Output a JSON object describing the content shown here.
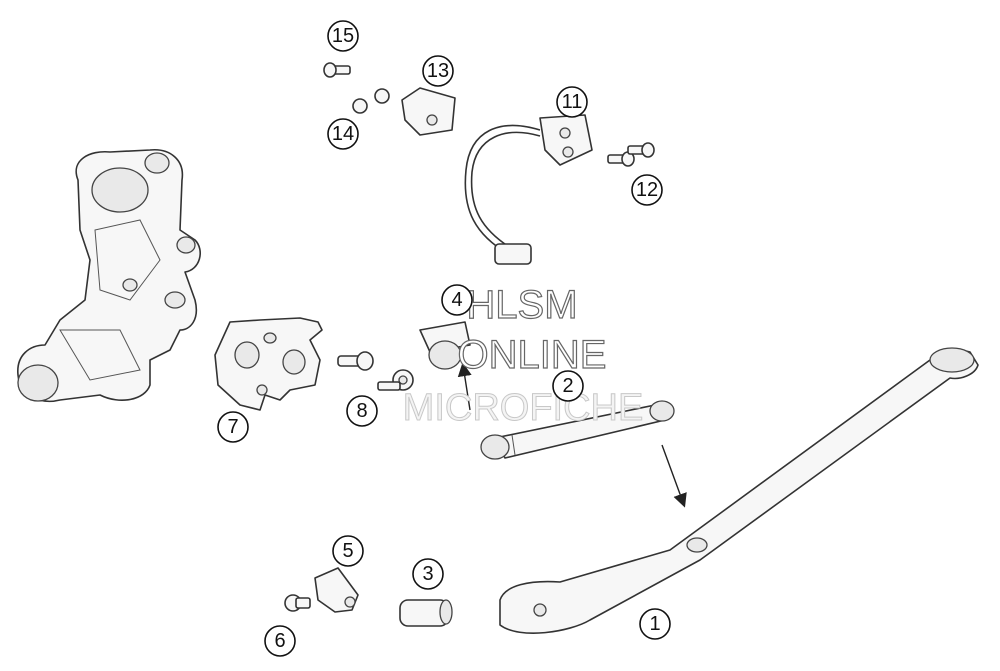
{
  "callouts": [
    {
      "id": "c1",
      "label": "1"
    },
    {
      "id": "c2",
      "label": "2"
    },
    {
      "id": "c3",
      "label": "3"
    },
    {
      "id": "c4",
      "label": "4"
    },
    {
      "id": "c5",
      "label": "5"
    },
    {
      "id": "c6",
      "label": "6"
    },
    {
      "id": "c7",
      "label": "7"
    },
    {
      "id": "c8",
      "label": "8"
    },
    {
      "id": "c11",
      "label": "11"
    },
    {
      "id": "c12",
      "label": "12"
    },
    {
      "id": "c13",
      "label": "13"
    },
    {
      "id": "c14",
      "label": "14"
    },
    {
      "id": "c15",
      "label": "15"
    }
  ],
  "watermark": {
    "line1": "HLSM",
    "line2": "ONLINE",
    "line3": "MICROFICHE"
  }
}
